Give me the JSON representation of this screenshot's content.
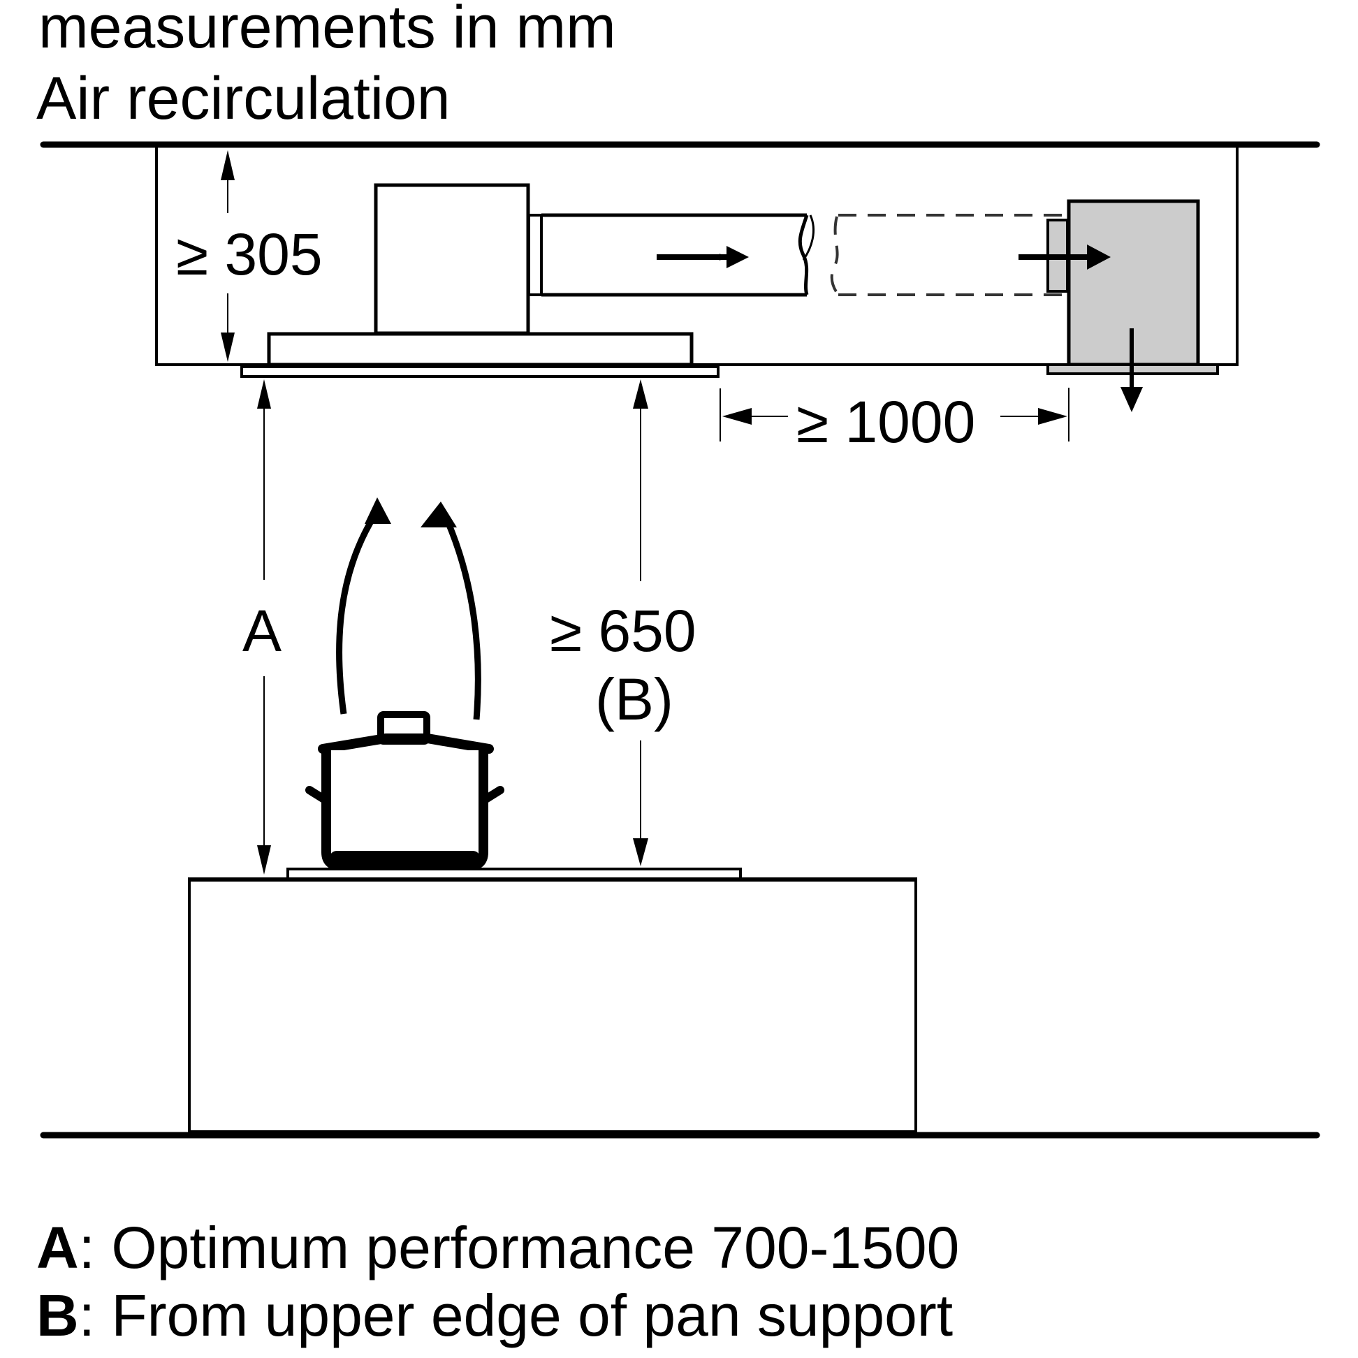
{
  "header": {
    "line1": "measurements in mm",
    "line2": "Air recirculation"
  },
  "dimensions": {
    "ceiling_height": "≥ 305",
    "duct_length": "≥ 1000",
    "distance_a": "A",
    "distance_b_value": "≥ 650",
    "distance_b_label": "(B)"
  },
  "legend": [
    {
      "key": "A",
      "text": ": Optimum performance 700-1500"
    },
    {
      "key": "B",
      "text": ": From upper edge of pan support"
    }
  ],
  "colors": {
    "line": "#000000",
    "filter_box": "#cccccc",
    "background": "#ffffff"
  }
}
